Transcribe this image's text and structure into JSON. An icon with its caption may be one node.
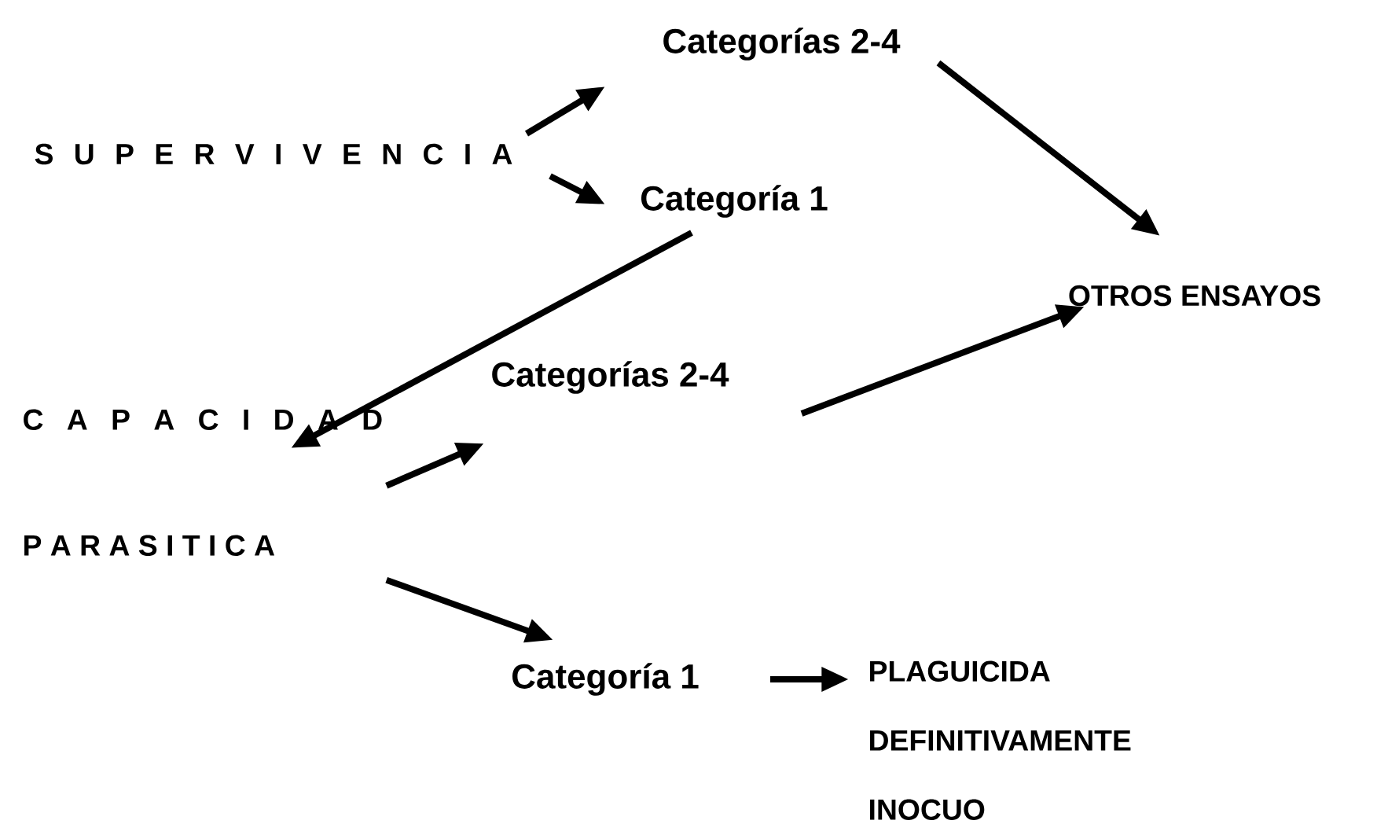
{
  "diagram": {
    "nodes": [
      {
        "text": [
          "S U P E R V I V E N C I A"
        ]
      },
      {
        "text": [
          "Categorías 2-4"
        ]
      },
      {
        "text": [
          "Categoría 1"
        ]
      },
      {
        "text": [
          "OTROS ENSAYOS"
        ]
      },
      {
        "text": [
          "C A P A C I D A D",
          "P A R A S I T I C A"
        ]
      },
      {
        "text": [
          "Categorías 2-4"
        ]
      },
      {
        "text": [
          "Categoría 1"
        ]
      },
      {
        "text": [
          "PLAGUICIDA DEFINITIVAMENTE INOCUO"
        ]
      }
    ],
    "edges": [
      {
        "from": 0,
        "to": 1,
        "arrow": "to"
      },
      {
        "from": 0,
        "to": 2,
        "arrow": "to"
      },
      {
        "from": 1,
        "to": 3,
        "arrow": "to"
      },
      {
        "from": 2,
        "to": 4,
        "arrow": "to"
      },
      {
        "from": 4,
        "to": 5,
        "arrow": "to"
      },
      {
        "from": 5,
        "to": 3,
        "arrow": "to"
      },
      {
        "from": 4,
        "to": 6,
        "arrow": "to"
      },
      {
        "from": 6,
        "to": 7,
        "arrow": "to"
      }
    ]
  }
}
